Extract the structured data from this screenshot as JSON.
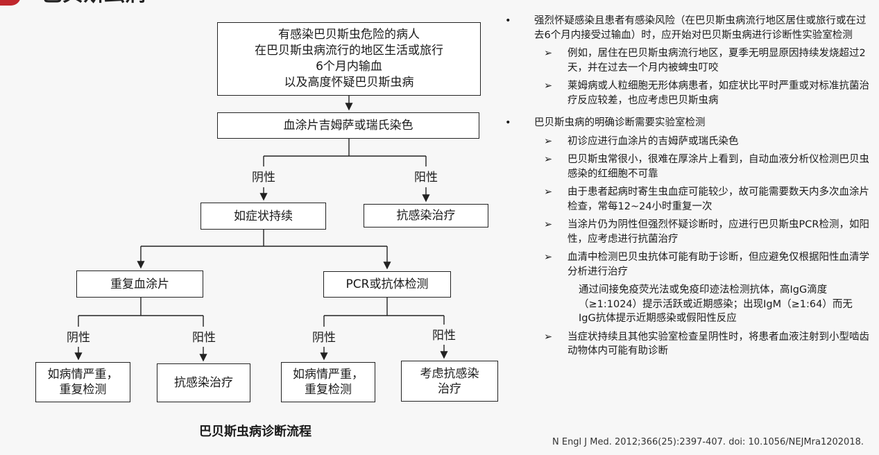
{
  "header": {
    "title_fragment": "巴贝斯虫病"
  },
  "flowchart": {
    "top_box": [
      "有感染巴贝斯虫危险的病人",
      "在巴贝斯虫病流行的地区生活或旅行",
      "6个月内输血",
      "以及高度怀疑巴贝斯虫病"
    ],
    "smear_box": "血涂片吉姆萨或瑞氏染色",
    "neg_label_1": "阴性",
    "pos_label_1": "阳性",
    "persist_box": "如症状持续",
    "treat_box_1": "抗感染治疗",
    "repeat_box": "重复血涂片",
    "pcr_box": "PCR或抗体检测",
    "neg_label_2": "阴性",
    "pos_label_2": "阳性",
    "neg_label_3": "阴性",
    "pos_label_3": "阳性",
    "severe_box_1": [
      "如病情严重，",
      "重复检测"
    ],
    "treat_box_2": "抗感染治疗",
    "severe_box_2": [
      "如病情严重，",
      "重复检测"
    ],
    "consider_box": [
      "考虑抗感染",
      "治疗"
    ],
    "caption": "巴贝斯虫病诊断流程"
  },
  "notes": {
    "bullet_marker": "•",
    "sub_marker": "➢",
    "items": [
      {
        "text": "强烈怀疑感染且患者有感染风险（在巴贝斯虫病流行地区居住或旅行或在过去6个月内接受过输血）时，应开始对巴贝斯虫病进行诊断性实验室检测",
        "subs": [
          "例如，居住在巴贝斯虫病流行地区，夏季无明显原因持续发烧超过2天，并在过去一个月内被蜱虫叮咬",
          "莱姆病或人粒细胞无形体病患者，如症状比平时严重或对标准抗菌治疗反应较差，也应考虑巴贝斯虫病"
        ]
      },
      {
        "text": "巴贝斯虫病的明确诊断需要实验室检测",
        "subs": [
          "初诊应进行血涂片的吉姆萨或瑞氏染色",
          "巴贝斯虫常很小，很难在厚涂片上看到，自动血液分析仪检测巴贝虫感染的红细胞不可靠",
          "由于患者起病时寄生虫血症可能较少，故可能需要数天内多次血涂片检查，常每12~24小时重复一次",
          "当涂片仍为阴性但强烈怀疑诊断时，应进行巴贝斯虫PCR检测，如阳性，应考虑进行抗菌治疗",
          "血清中检测巴贝虫抗体可能有助于诊断，但应避免仅根据阳性血清学分析进行治疗"
        ],
        "detail": "通过间接免疫荧光法或免疫印迹法检测抗体，高IgG滴度（≥1:1024）提示活跃或近期感染；出现IgM（≥1:64）而无IgG抗体提示近期感染或假阳性反应",
        "last_sub": "当症状持续且其他实验室检查呈阴性时，将患者血液注射到小型啮齿动物体内可能有助诊断"
      }
    ]
  },
  "citation": "N Engl J Med. 2012;366(25):2397-407. doi: 10.1056/NEJMra1202018.",
  "colors": {
    "accent": "#c0272d",
    "line": "#222222"
  }
}
